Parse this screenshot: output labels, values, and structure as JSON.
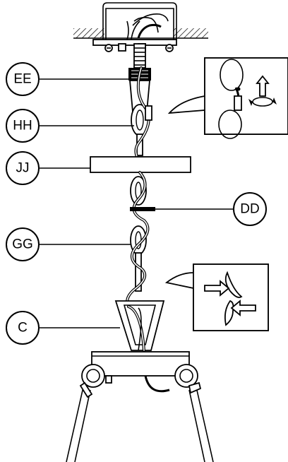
{
  "callouts": [
    {
      "id": "ee",
      "label": "EE"
    },
    {
      "id": "hh",
      "label": "HH"
    },
    {
      "id": "jj",
      "label": "JJ"
    },
    {
      "id": "dd",
      "label": "DD"
    },
    {
      "id": "gg",
      "label": "GG"
    },
    {
      "id": "c",
      "label": "C"
    }
  ],
  "icons": [
    "rotate-arrow-icon",
    "push-arrow-icon"
  ]
}
